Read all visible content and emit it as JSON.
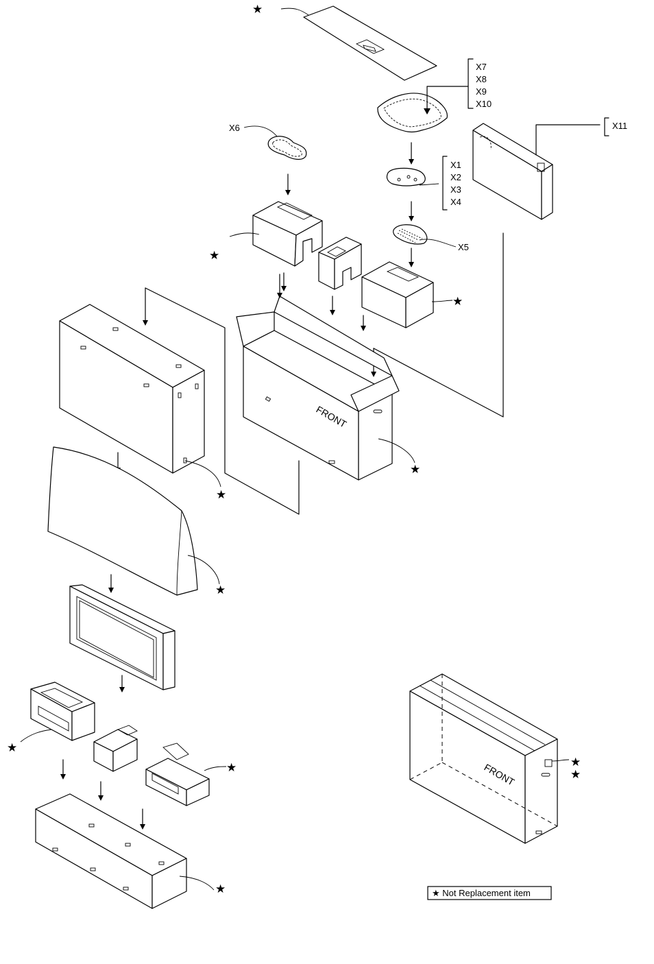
{
  "labels": {
    "x1": "X1",
    "x2": "X2",
    "x3": "X3",
    "x4": "X4",
    "x5": "X5",
    "x6": "X6",
    "x7": "X7",
    "x8": "X8",
    "x9": "X9",
    "x10": "X10",
    "x11": "X11"
  },
  "front_label": "FRONT",
  "star_symbol": "★",
  "note": "★ Not Replacement item"
}
